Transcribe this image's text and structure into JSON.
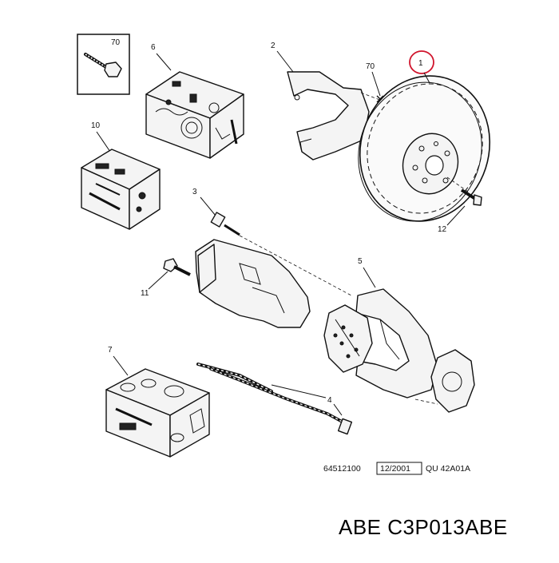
{
  "callouts": {
    "c1": "1",
    "c2": "2",
    "c3": "3",
    "c4": "4",
    "c5": "5",
    "c6": "6",
    "c7": "7",
    "c10": "10",
    "c11": "11",
    "c12": "12",
    "c70_box": "70",
    "c70_disc": "70"
  },
  "reference": {
    "code": "64512100",
    "date": "12/2001",
    "suffix": "QU 42A01A"
  },
  "brand_line": "ABE C3P013ABE",
  "highlight_color": "#d0142c"
}
